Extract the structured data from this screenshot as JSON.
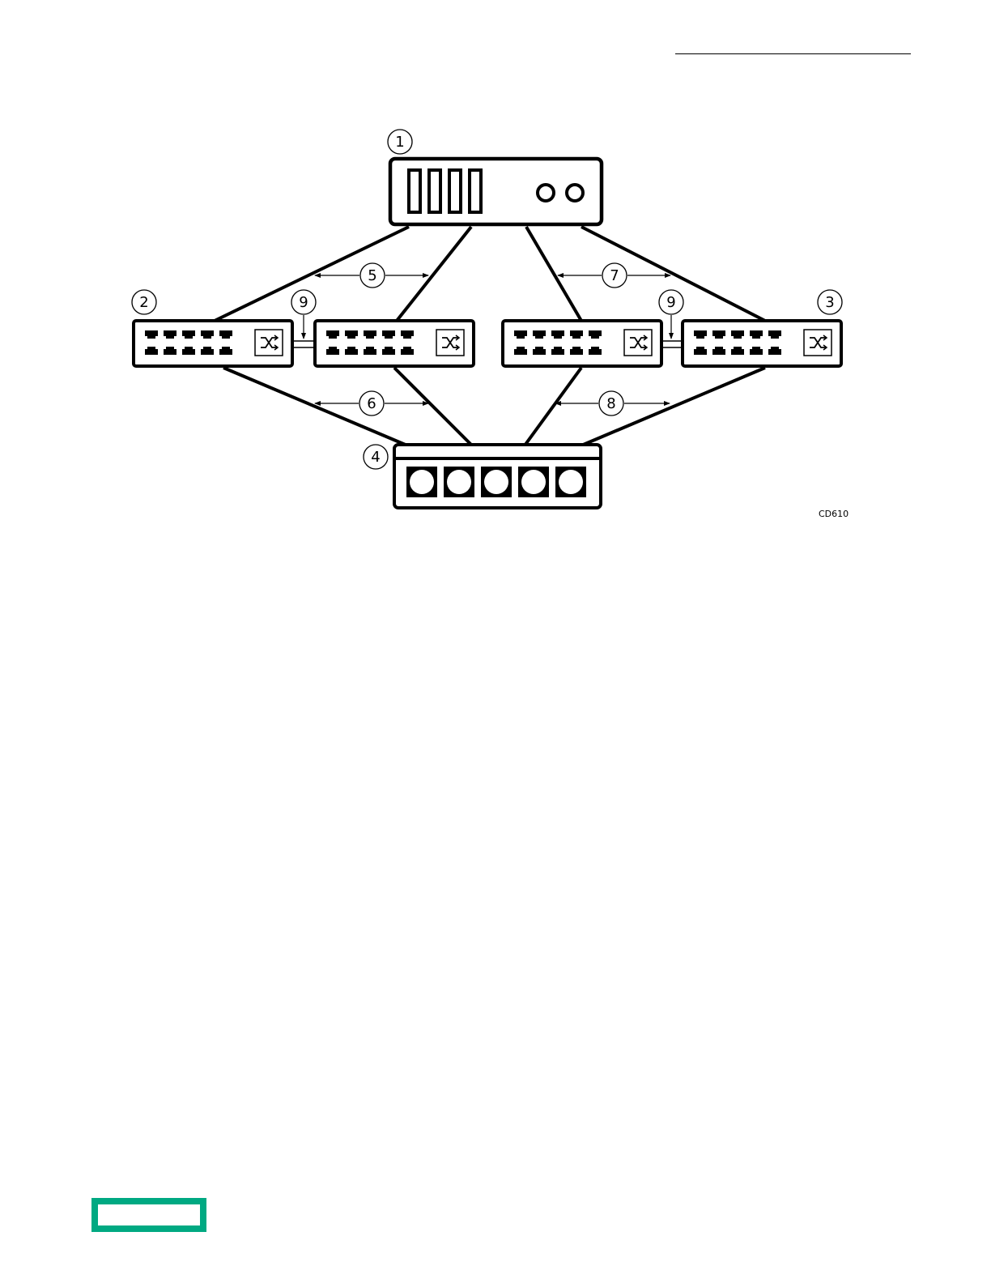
{
  "diagram": {
    "callouts": {
      "c1": "1",
      "c2": "2",
      "c3": "3",
      "c4": "4",
      "c5": "5",
      "c6": "6",
      "c7": "7",
      "c8": "8",
      "c9a": "9",
      "c9b": "9"
    },
    "figure_id": "CD610",
    "components": {
      "server": "server-icon",
      "switch": "network-switch-icon",
      "storage": "storage-array-icon"
    }
  },
  "footer": {
    "logo": "hpe-logo",
    "logo_color": "#00a982"
  }
}
